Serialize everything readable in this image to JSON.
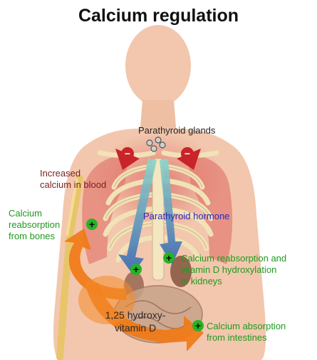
{
  "title": "Calcium regulation",
  "labels": {
    "parathyroid_glands": "Parathyroid glands",
    "increased_calcium": [
      "Increased",
      "calcium in blood"
    ],
    "parathyroid_hormone": "Parathyroid hormone",
    "bone_reabsorption": [
      "Calcium",
      "reabsorption",
      "from bones"
    ],
    "kidney_reabsorption": [
      "Calcium reabsorption and",
      "vitamin D hydroxylation",
      "in kidneys"
    ],
    "vitamin_d": [
      "1,25 hydroxy-",
      "vitamin D"
    ],
    "intestine_absorption": [
      "Calcium absorption",
      "from intestines"
    ]
  },
  "signs": {
    "minus": "−",
    "plus": "+"
  },
  "colors": {
    "skin": "#f2c7ad",
    "inhibition_red": "#c8242a",
    "hormone_blue": "#3a67b4",
    "vitamin_orange": "#f07a16",
    "effect_green": "#1f9a1f",
    "hormone_text": "#2a2ab8",
    "calcium_text": "#7a1f1f",
    "title_text": "#111111"
  }
}
